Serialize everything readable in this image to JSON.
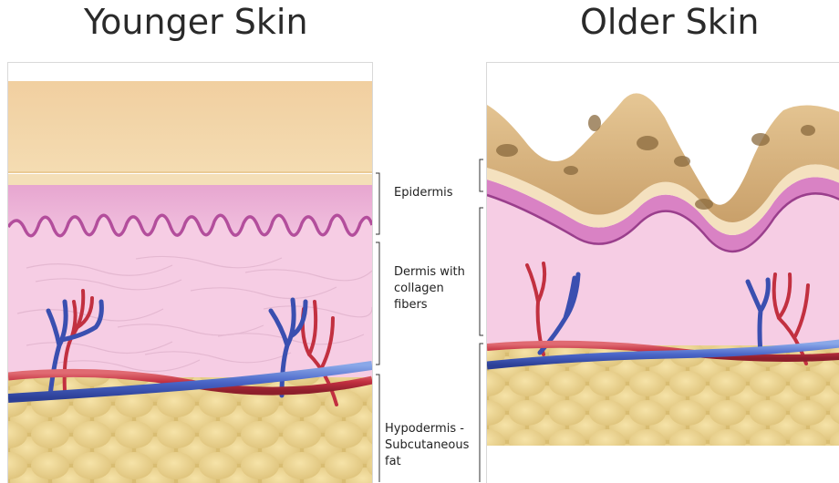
{
  "titles": {
    "left": "Younger Skin",
    "right": "Older Skin"
  },
  "labels": {
    "epidermis": "Epidermis",
    "dermis": [
      "Dermis with",
      "collagen",
      "fibers"
    ],
    "hypodermis": [
      "Hypodermis -",
      "Subcutaneous",
      "fat"
    ]
  },
  "colors": {
    "epidermis_top": "#f3d2a3",
    "epidermis_mid": "#efd9a9",
    "basal_layer": "#d982c4",
    "dermis": "#f6cde4",
    "fat": "#e8cf86",
    "artery": "#c23040",
    "vein": "#3a4fb0",
    "older_surface": "#c9a06a",
    "age_spot": "#8a6a3e"
  }
}
